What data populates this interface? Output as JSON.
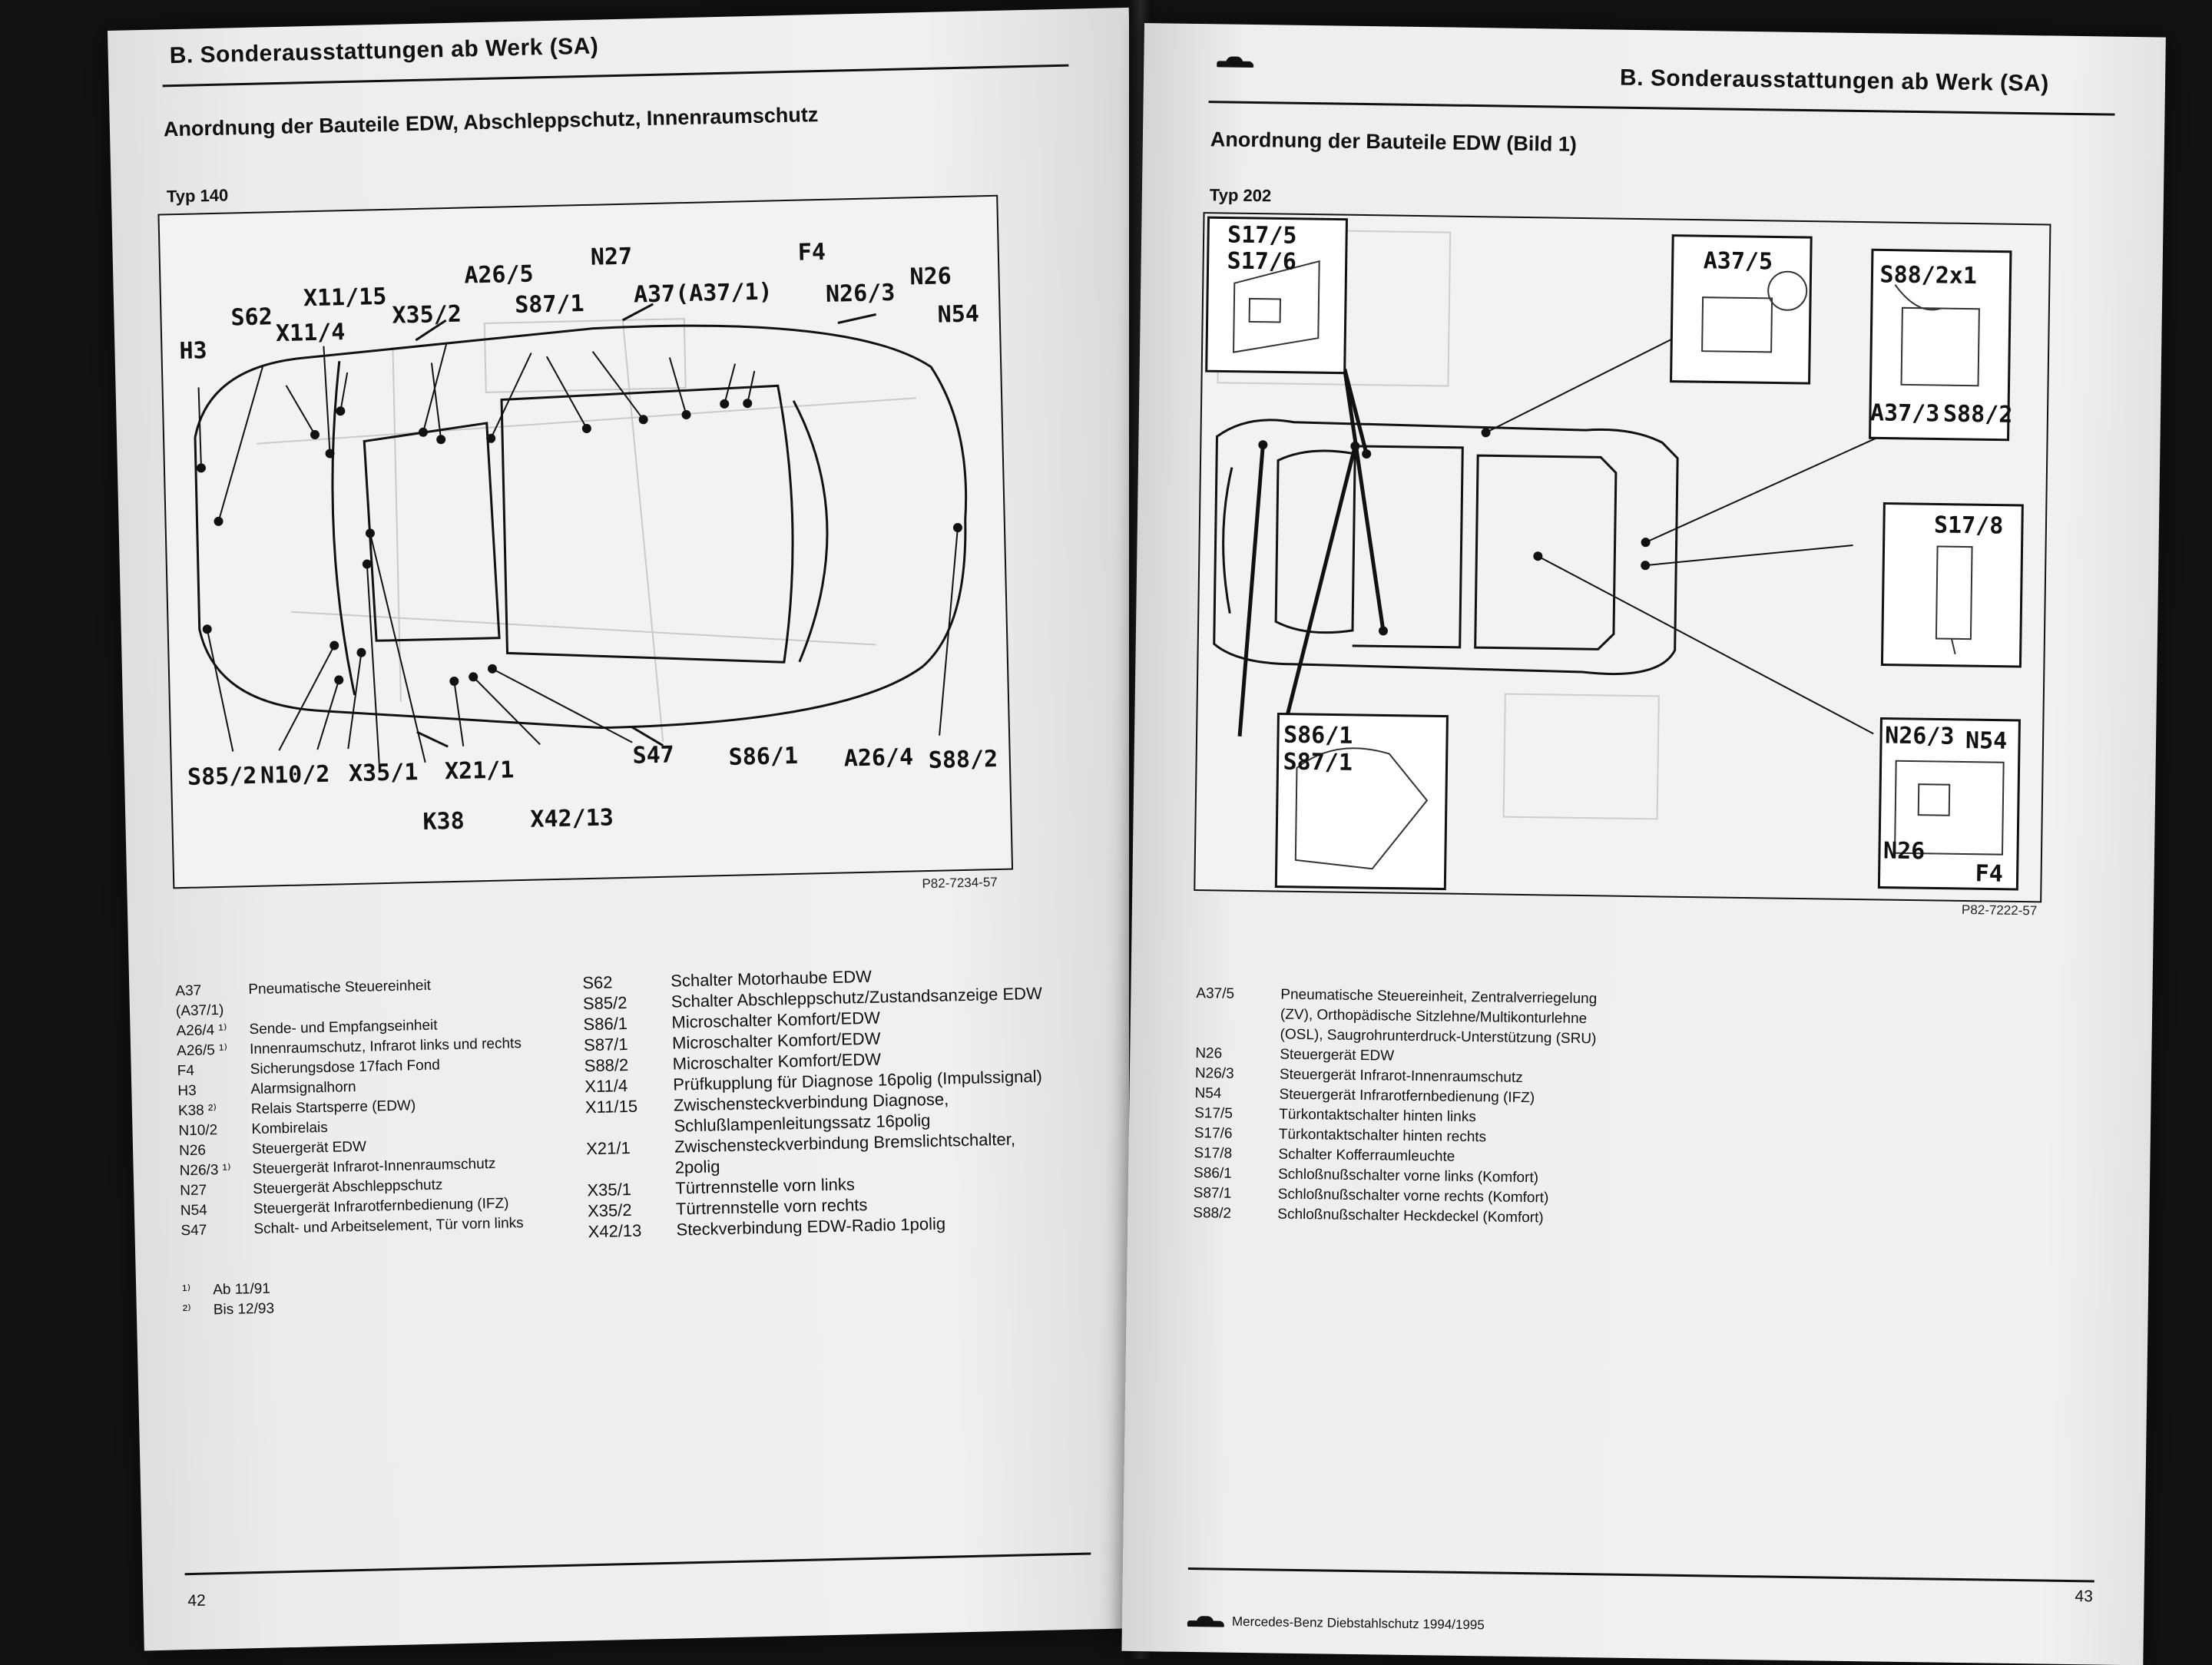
{
  "left_page": {
    "header": "B. Sonderausstattungen ab Werk (SA)",
    "subtitle": "Anordnung der Bauteile EDW, Abschleppschutz, Innenraumschutz",
    "type_label": "Typ 140",
    "figure_ref": "P82-7234-57",
    "callouts_top": [
      "H3",
      "S62",
      "X11/4",
      "X11/15",
      "X35/2",
      "A26/5",
      "S87/1",
      "N27",
      "A37(A37/1)",
      "F4",
      "N26/3",
      "N26",
      "N54"
    ],
    "callouts_bottom": [
      "S85/2",
      "N10/2",
      "X35/1",
      "X21/1",
      "K38",
      "X42/13",
      "S47",
      "S86/1",
      "A26/4",
      "S88/2"
    ],
    "legend_a": [
      {
        "code": "A37",
        "text": "Pneumatische Steuereinheit"
      },
      {
        "code": "(A37/1)",
        "text": ""
      },
      {
        "code": "A26/4 ¹⁾",
        "text": "Sende- und Empfangseinheit"
      },
      {
        "code": "A26/5 ¹⁾",
        "text": "Innenraumschutz, Infrarot links und rechts"
      },
      {
        "code": "F4",
        "text": "Sicherungsdose 17fach Fond"
      },
      {
        "code": "H3",
        "text": "Alarmsignalhorn"
      },
      {
        "code": "K38 ²⁾",
        "text": "Relais Startsperre (EDW)"
      },
      {
        "code": "N10/2",
        "text": "Kombirelais"
      },
      {
        "code": "N26",
        "text": "Steuergerät EDW"
      },
      {
        "code": "N26/3 ¹⁾",
        "text": "Steuergerät Infrarot-Innenraumschutz"
      },
      {
        "code": "N27",
        "text": "Steuergerät Abschleppschutz"
      },
      {
        "code": "N54",
        "text": "Steuergerät Infrarotfernbedienung (IFZ)"
      },
      {
        "code": "S47",
        "text": "Schalt- und Arbeitselement, Tür vorn links"
      }
    ],
    "legend_b": [
      {
        "code": "S62",
        "text": "Schalter Motorhaube EDW"
      },
      {
        "code": "S85/2",
        "text": "Schalter Abschleppschutz/Zustandsanzeige EDW"
      },
      {
        "code": "S86/1",
        "text": "Microschalter Komfort/EDW"
      },
      {
        "code": "S87/1",
        "text": "Microschalter Komfort/EDW"
      },
      {
        "code": "S88/2",
        "text": "Microschalter Komfort/EDW"
      },
      {
        "code": "X11/4",
        "text": "Prüfkupplung für Diagnose 16polig (Impulssignal)"
      },
      {
        "code": "X11/15",
        "text": "Zwischensteckverbindung Diagnose,"
      },
      {
        "code": "",
        "text": "Schlußlampenleitungssatz 16polig"
      },
      {
        "code": "X21/1",
        "text": "Zwischensteckverbindung Bremslichtschalter,"
      },
      {
        "code": "",
        "text": "2polig"
      },
      {
        "code": "X35/1",
        "text": "Türtrennstelle vorn links"
      },
      {
        "code": "X35/2",
        "text": "Türtrennstelle vorn rechts"
      },
      {
        "code": "X42/13",
        "text": "Steckverbindung EDW-Radio 1polig"
      }
    ],
    "footnotes": [
      {
        "mark": "¹⁾",
        "text": "Ab 11/91"
      },
      {
        "mark": "²⁾",
        "text": "Bis 12/93"
      }
    ],
    "page_number": "42"
  },
  "right_page": {
    "header": "B. Sonderausstattungen ab Werk (SA)",
    "subtitle": "Anordnung der Bauteile EDW (Bild 1)",
    "type_label": "Typ 202",
    "figure_ref": "P82-7222-57",
    "inset_labels": {
      "s17_5": "S17/5",
      "s17_6": "S17/6",
      "a37_5": "A37/5",
      "s88_2x1": "S88/2x1",
      "a37_3": "A37/3",
      "s88_2": "S88/2",
      "s17_8": "S17/8",
      "s86_1": "S86/1",
      "s87_1": "S87/1",
      "n26_3": "N26/3",
      "n54": "N54",
      "n26": "N26",
      "f4": "F4"
    },
    "legend": [
      {
        "code": "A37/5",
        "text": "Pneumatische Steuereinheit, Zentralverriegelung"
      },
      {
        "code": "",
        "text": "(ZV), Orthopädische Sitzlehne/Multikonturlehne"
      },
      {
        "code": "",
        "text": "(OSL), Saugrohrunterdruck-Unterstützung (SRU)"
      },
      {
        "code": "N26",
        "text": "Steuergerät EDW"
      },
      {
        "code": "N26/3",
        "text": "Steuergerät Infrarot-Innenraumschutz"
      },
      {
        "code": "N54",
        "text": "Steuergerät Infrarotfernbedienung (IFZ)"
      },
      {
        "code": "S17/5",
        "text": "Türkontaktschalter hinten links"
      },
      {
        "code": "S17/6",
        "text": "Türkontaktschalter hinten rechts"
      },
      {
        "code": "S17/8",
        "text": "Schalter Kofferraumleuchte"
      },
      {
        "code": "S86/1",
        "text": "Schloßnußschalter vorne links (Komfort)"
      },
      {
        "code": "S87/1",
        "text": "Schloßnußschalter vorne rechts (Komfort)"
      },
      {
        "code": "S88/2",
        "text": "Schloßnußschalter Heckdeckel (Komfort)"
      }
    ],
    "page_number": "43",
    "footer_title": "Mercedes-Benz Diebstahlschutz 1994/1995"
  }
}
